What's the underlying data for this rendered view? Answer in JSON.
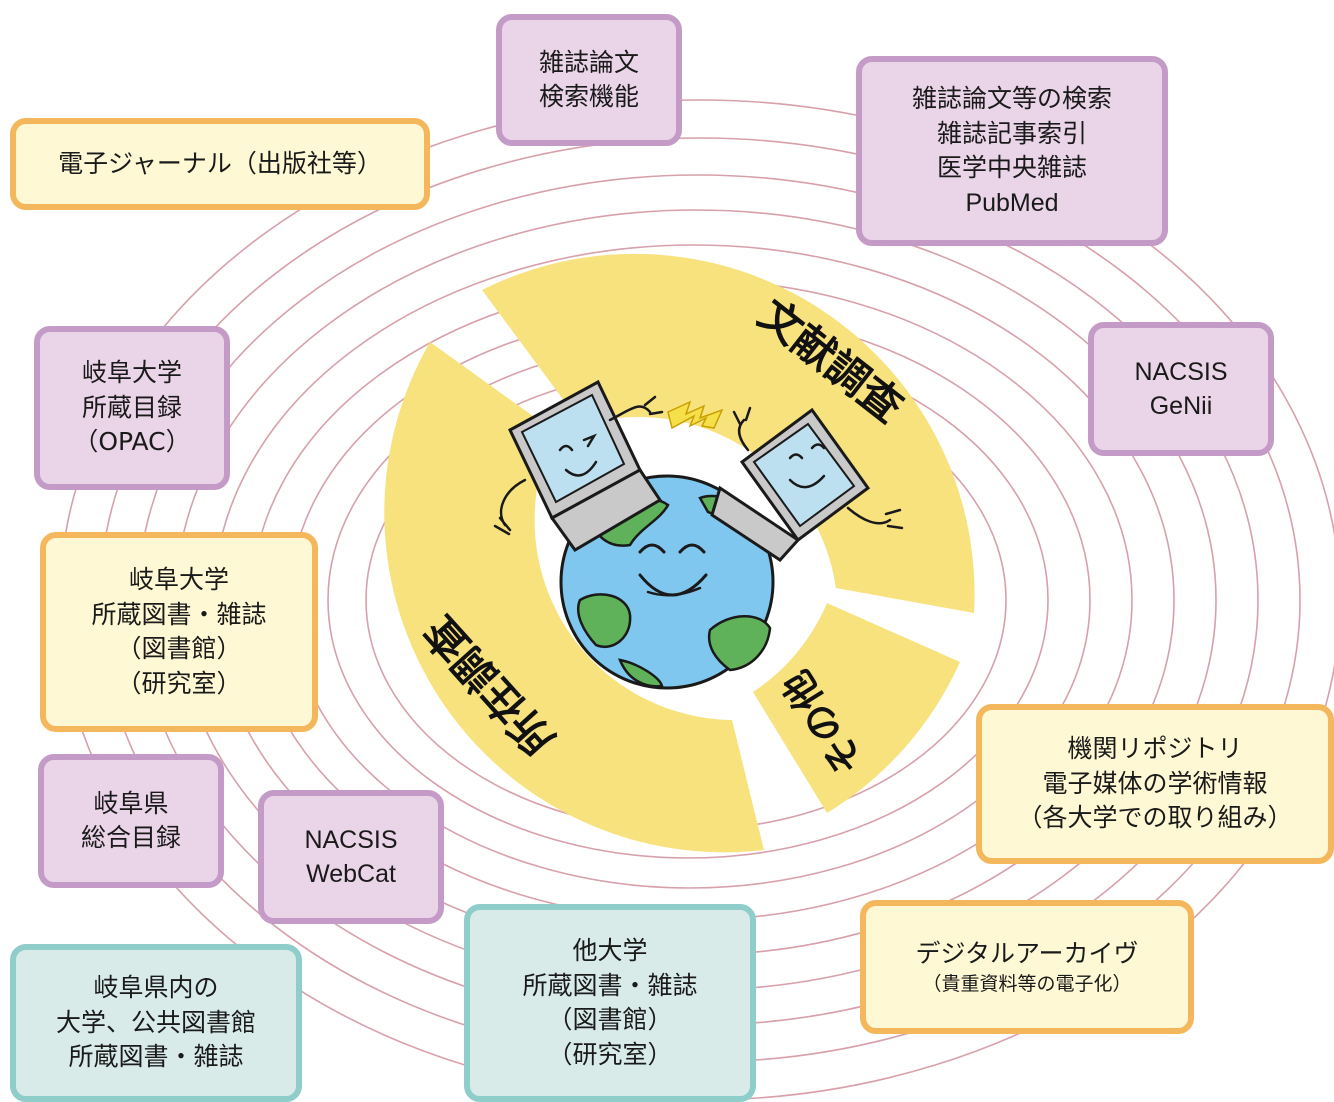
{
  "colors": {
    "orbit": "#d7a0aa",
    "sector": "#f8e27e",
    "purple_fill": "#ead4e8",
    "purple_border": "#c49bc6",
    "orange_fill": "#fef8d4",
    "orange_border": "#f4b75c",
    "teal_fill": "#d8ebe9",
    "teal_border": "#8ecdc9",
    "ocean": "#7fc7ee",
    "land": "#5fb25a",
    "computer": "#c9c9c9",
    "screen": "#bde0f0"
  },
  "sectors": {
    "literature": "文献調査",
    "location": "所在調査",
    "other": "その他"
  },
  "boxes": {
    "journal_search": {
      "lines": [
        "雑誌論文",
        "検索機能"
      ]
    },
    "ejournal": {
      "lines": [
        "電子ジャーナル（出版社等）"
      ]
    },
    "article_search": {
      "lines": [
        "雑誌論文等の検索",
        "雑誌記事索引",
        "医学中央雑誌",
        "PubMed"
      ]
    },
    "nacsis_genii": {
      "lines": [
        "NACSIS",
        "GeNii"
      ]
    },
    "gifu_opac": {
      "lines": [
        "岐阜大学",
        "所蔵目録",
        "（OPAC）"
      ]
    },
    "gifu_holdings": {
      "lines": [
        "岐阜大学",
        "所蔵図書・雑誌",
        "（図書館）",
        "（研究室）"
      ]
    },
    "gifu_pref_catalog": {
      "lines": [
        "岐阜県",
        "総合目録"
      ]
    },
    "nacsis_webcat": {
      "lines": [
        "NACSIS",
        "WebCat"
      ]
    },
    "repository": {
      "lines": [
        "機関リポジトリ",
        "電子媒体の学術情報",
        "（各大学での取り組み）"
      ]
    },
    "digital_archive": {
      "title": "デジタルアーカイヴ",
      "note": "（貴重資料等の電子化）"
    },
    "pref_libraries": {
      "lines": [
        "岐阜県内の",
        "大学、公共図書館",
        "所蔵図書・雑誌"
      ]
    },
    "other_univ": {
      "lines": [
        "他大学",
        "所蔵図書・雑誌",
        "（図書館）",
        "（研究室）"
      ]
    }
  }
}
